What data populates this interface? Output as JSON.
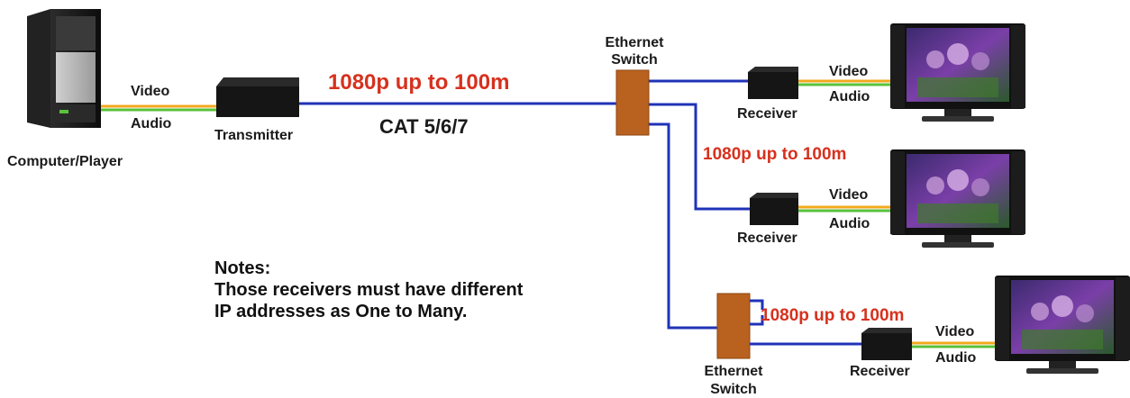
{
  "colors": {
    "cable_blue": "#1f33b8",
    "video_wire": "#f2a81c",
    "audio_wire": "#58c23a",
    "switch_body": "#b9611e",
    "device_black": "#151515",
    "link_label_red": "#d6311e"
  },
  "computer": {
    "label": "Computer/Player",
    "icon": "tower-pc-icon"
  },
  "transmitter": {
    "label": "Transmitter",
    "video_label": "Video",
    "audio_label": "Audio"
  },
  "main_link": {
    "speed_label": "1080p up to 100m",
    "cable_label": "CAT 5/6/7"
  },
  "switch_top": {
    "label_line1": "Ethernet",
    "label_line2": "Switch"
  },
  "switch_bottom": {
    "label_line1": "Ethernet",
    "label_line2": "Switch"
  },
  "branch_links": {
    "middle_speed_label": "1080p up to 100m",
    "bottom_speed_label": "1080p up to 100m"
  },
  "receivers": [
    {
      "label": "Receiver",
      "video_label": "Video",
      "audio_label": "Audio"
    },
    {
      "label": "Receiver",
      "video_label": "Video",
      "audio_label": "Audio"
    },
    {
      "label": "Receiver",
      "video_label": "Video",
      "audio_label": "Audio"
    }
  ],
  "notes": {
    "heading": "Notes:",
    "line1": "Those receivers must have different",
    "line2": "IP addresses as One to Many."
  }
}
